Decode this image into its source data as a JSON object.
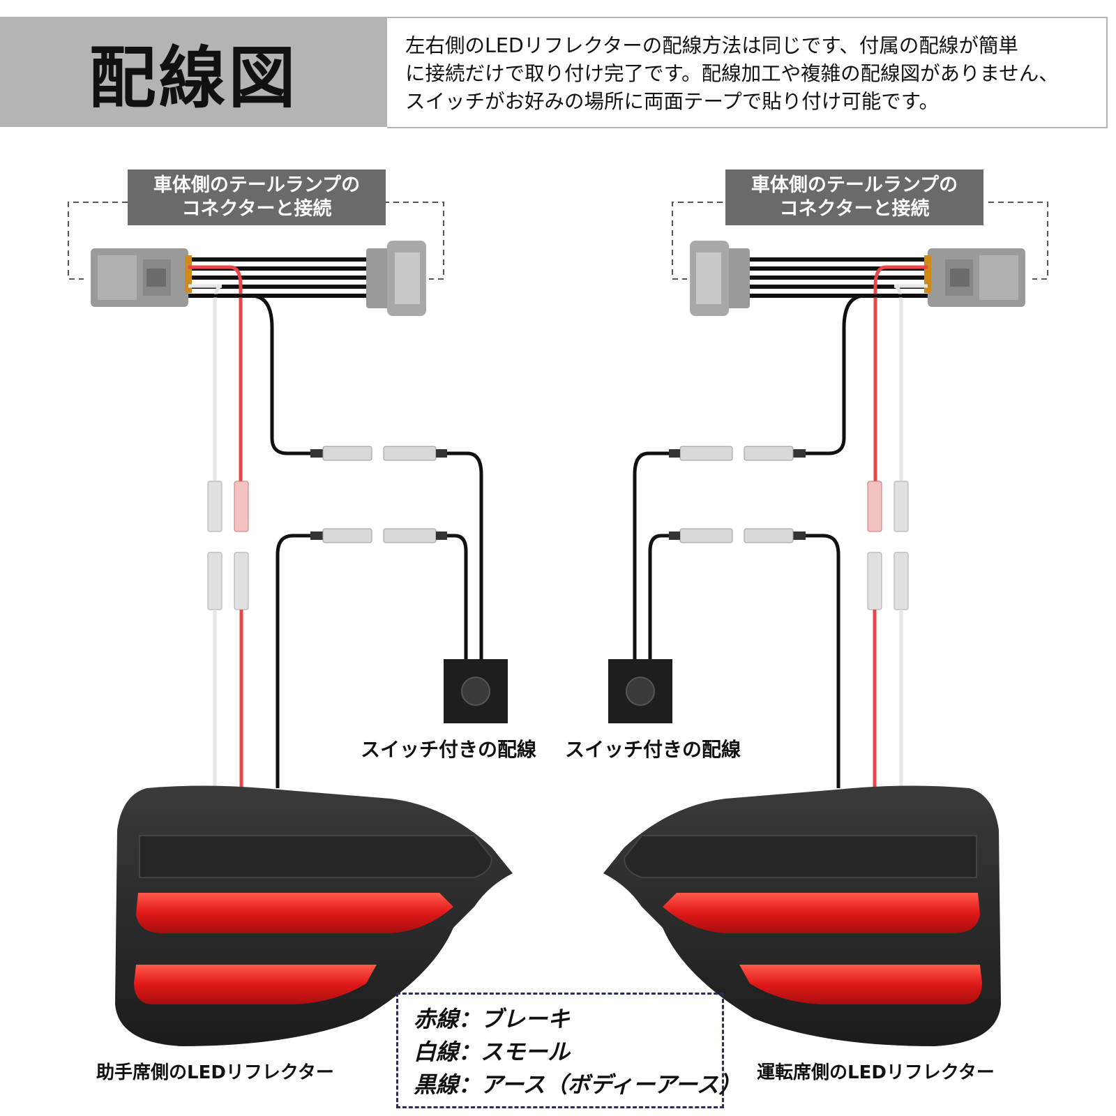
{
  "header": {
    "title": "配線図",
    "description_lines": [
      "左右側のLEDリフレクターの配線方法は同じです、付属の配線が簡単",
      "に接続だけで取り付け完了です。配線加工や複雑の配線図がありません、",
      "スイッチがお好みの場所に両面テープで貼り付け可能です。"
    ]
  },
  "connector_labels": {
    "left": {
      "line1": "車体側のテールランプの",
      "line2": "コネクターと接続"
    },
    "right": {
      "line1": "車体側のテールランプの",
      "line2": "コネクターと接続"
    }
  },
  "switch_labels": {
    "left": "スイッチ付きの配線",
    "right": "スイッチ付きの配線"
  },
  "reflector_labels": {
    "left": "助手席側のLEDリフレクター",
    "right": "運転席側のLEDリフレクター"
  },
  "legend": {
    "items": [
      {
        "text": "赤線：ブレーキ",
        "color": "#e8474a"
      },
      {
        "text": "白線：スモール",
        "color": "#e6e6e6"
      },
      {
        "text": "黒線：アース（ボディーアース）",
        "color": "#1a1a1a"
      }
    ]
  },
  "colors": {
    "red_wire": "#e8474a",
    "white_wire": "#e6e6e6",
    "black_wire": "#1a1a1a",
    "connector_gray": "#9a9a9a",
    "header_gray": "#b4b4b4",
    "label_gray": "#6a6a6a",
    "reflector_body": "#2a2a2a",
    "reflector_red": "#e02020"
  }
}
